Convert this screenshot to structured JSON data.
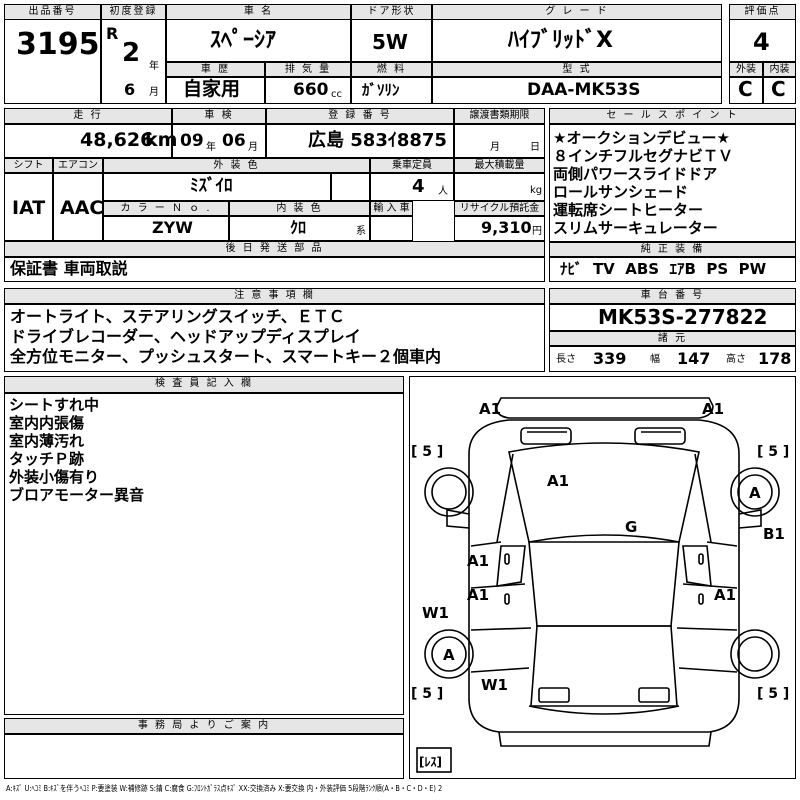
{
  "header_labels": {
    "lot": "出品番号",
    "first_reg": "初度登録",
    "name": "車 名",
    "door": "ドア形状",
    "grade": "グ レ ー ド",
    "score": "評価点",
    "history": "車 歴",
    "displacement": "排 気 量",
    "fuel": "燃 料",
    "model": "型 式",
    "exterior": "外装",
    "interior": "内装"
  },
  "lot_number": "3195",
  "era": "R",
  "year": "2",
  "year_unit": "年",
  "month": "6",
  "month_unit": "月",
  "car_name": "ｽﾍﾟｰｼｱ",
  "door": "5W",
  "grade": "ﾊｲﾌﾞﾘｯﾄﾞX",
  "score": "4",
  "history": "自家用",
  "displacement": "660",
  "cc_unit": "cc",
  "fuel": "ｶﾞｿﾘﾝ",
  "model": "DAA-MK53S",
  "exterior_grade": "C",
  "interior_grade": "C",
  "row2_labels": {
    "mileage": "走 行",
    "inspection": "車 検",
    "registration": "登 録 番 号",
    "transfer": "譲渡書類期限",
    "sales_points": "セ ー ル ス ポ イ ン ト"
  },
  "mileage": "48,626",
  "km_unit": "km",
  "inspection_year": "09",
  "inspection_year_unit": "年",
  "inspection_month": "06",
  "inspection_month_unit": "月",
  "registration": "広島 583ｲ8875",
  "transfer_month_unit": "月",
  "transfer_day_unit": "日",
  "sales_points": [
    "★オークションデビュー★",
    "８インチフルセグナビＴＶ",
    "両側パワースライドドア",
    "ロールサンシェード",
    "運転席シートヒーター",
    "スリムサーキュレーター"
  ],
  "row3_labels": {
    "shift": "シフト",
    "aircon": "エアコン",
    "ext_color": "外 装 色",
    "capacity": "乗車定員",
    "max_load": "最大積載量",
    "color_no": "カ ラ ー Ｎ ｏ .",
    "int_color": "内 装 色",
    "import": "輸 入 車",
    "recycle": "リサイクル預託金"
  },
  "shift": "IAT",
  "aircon": "AAC",
  "ext_color": "ﾐｽﾞｲﾛ",
  "capacity": "4",
  "capacity_unit": "人",
  "load_unit": "kg",
  "color_no": "ZYW",
  "int_color": "ｸﾛ",
  "int_color_unit": "系",
  "recycle": "9,310",
  "yen_unit": "円",
  "later_parts_label": "後 日 発 送 部 品",
  "later_parts": "保証書 車両取説",
  "equipment_label": "純 正 装 備",
  "equipment": "ﾅﾋﾞ  TV  ABS  ｴｱB  PS  PW",
  "notes_label": "注 意 事 項 欄",
  "notes": [
    "オートライト、ステアリングスイッチ、ＥＴＣ",
    "ドライブレコーダー、ヘッドアップディスプレイ",
    "全方位モニター、プッシュスタート、スマートキー２個車内"
  ],
  "chassis_label": "車 台 番 号",
  "chassis": "MK53S-277822",
  "dims_label": "諸 元",
  "length_label": "長さ",
  "length": "339",
  "width_label": "幅",
  "width": "147",
  "height_label": "高さ",
  "height": "178",
  "inspector_label": "検 査 員 記 入 欄",
  "inspector_notes": [
    "シートすれ中",
    "室内内張傷",
    "室内薄汚れ",
    "タッチＰ跡",
    "外装小傷有り",
    "ブロアモーター異音"
  ],
  "office_label": "事 務 局 よ り ご 案 内",
  "legend": "A:ｷｽﾞ U:ﾍｺﾐ B:ｷｽﾞを伴うﾍｺﾐ P:要塗装 W:補修跡 S:錆 C:腐食 G:ﾌﾛﾝﾄｶﾞﾗｽ点ｷｽﾞ XX:交換済み X:要交換  内・外装評価  5段階ﾗﾝｸ順(A・B・C・D・E) 2",
  "diagram": {
    "marks": {
      "front_left": "A1",
      "front_right": "A1",
      "hood": "A1",
      "windshield": "G",
      "left_front_door": "A1",
      "left_rear_door": "A1",
      "right_rear_door": "A1",
      "right_fender": "B1",
      "front_wheel": "A",
      "rear_wheel": "A",
      "left_rocker": "W1",
      "left_rear_quarter": "W1"
    },
    "tread": [
      "[ 5 ]",
      "[ 5 ]",
      "[ 5 ]",
      "[ 5 ]"
    ],
    "spare": "[ﾚｽ]"
  }
}
